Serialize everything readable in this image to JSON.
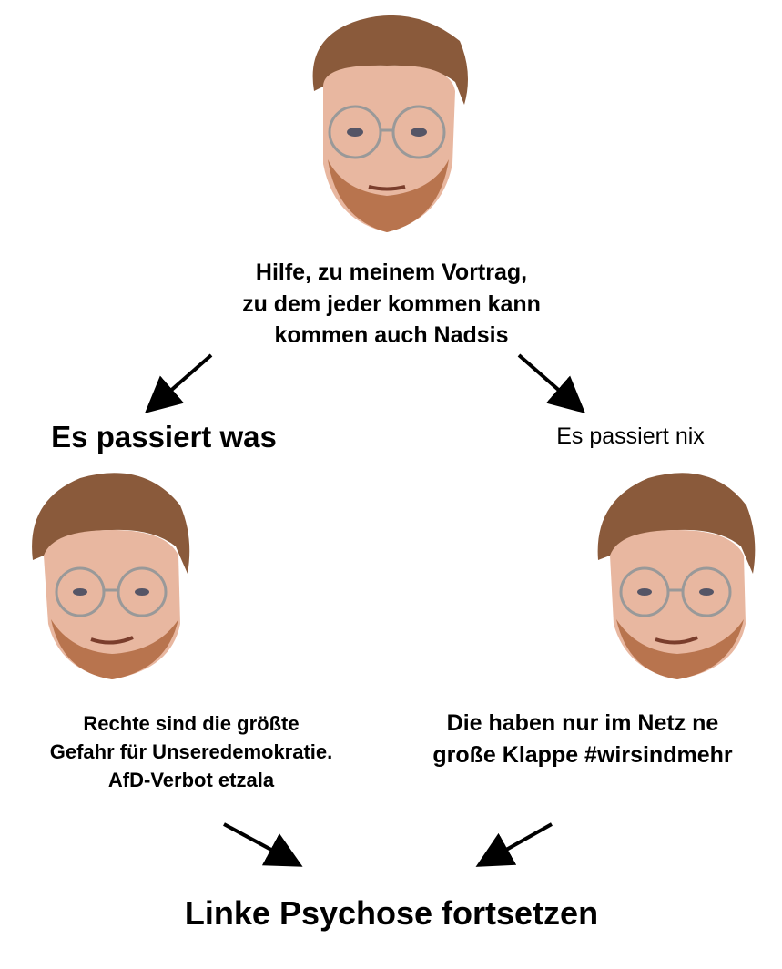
{
  "top": {
    "text": "Hilfe, zu meinem Vortrag,\nzu dem jeder kommen kann\nkommen auch Nadsis"
  },
  "left": {
    "title": "Es passiert was",
    "text": "Rechte sind die größte\nGefahr für Unseredemokratie.\nAfD-Verbot etzala"
  },
  "right": {
    "title": "Es passiert nix",
    "text": "Die haben nur im Netz ne\ngroße Klappe #wirsindmehr"
  },
  "bottom": {
    "text": "Linke Psychose fortsetzen"
  },
  "colors": {
    "text": "#000000",
    "background": "#ffffff",
    "hair": "#8a5a3b",
    "skin": "#e8b7a0",
    "beard": "#b8744e"
  },
  "icons": {
    "face": "face-photo",
    "arrow": "arrow-icon"
  }
}
